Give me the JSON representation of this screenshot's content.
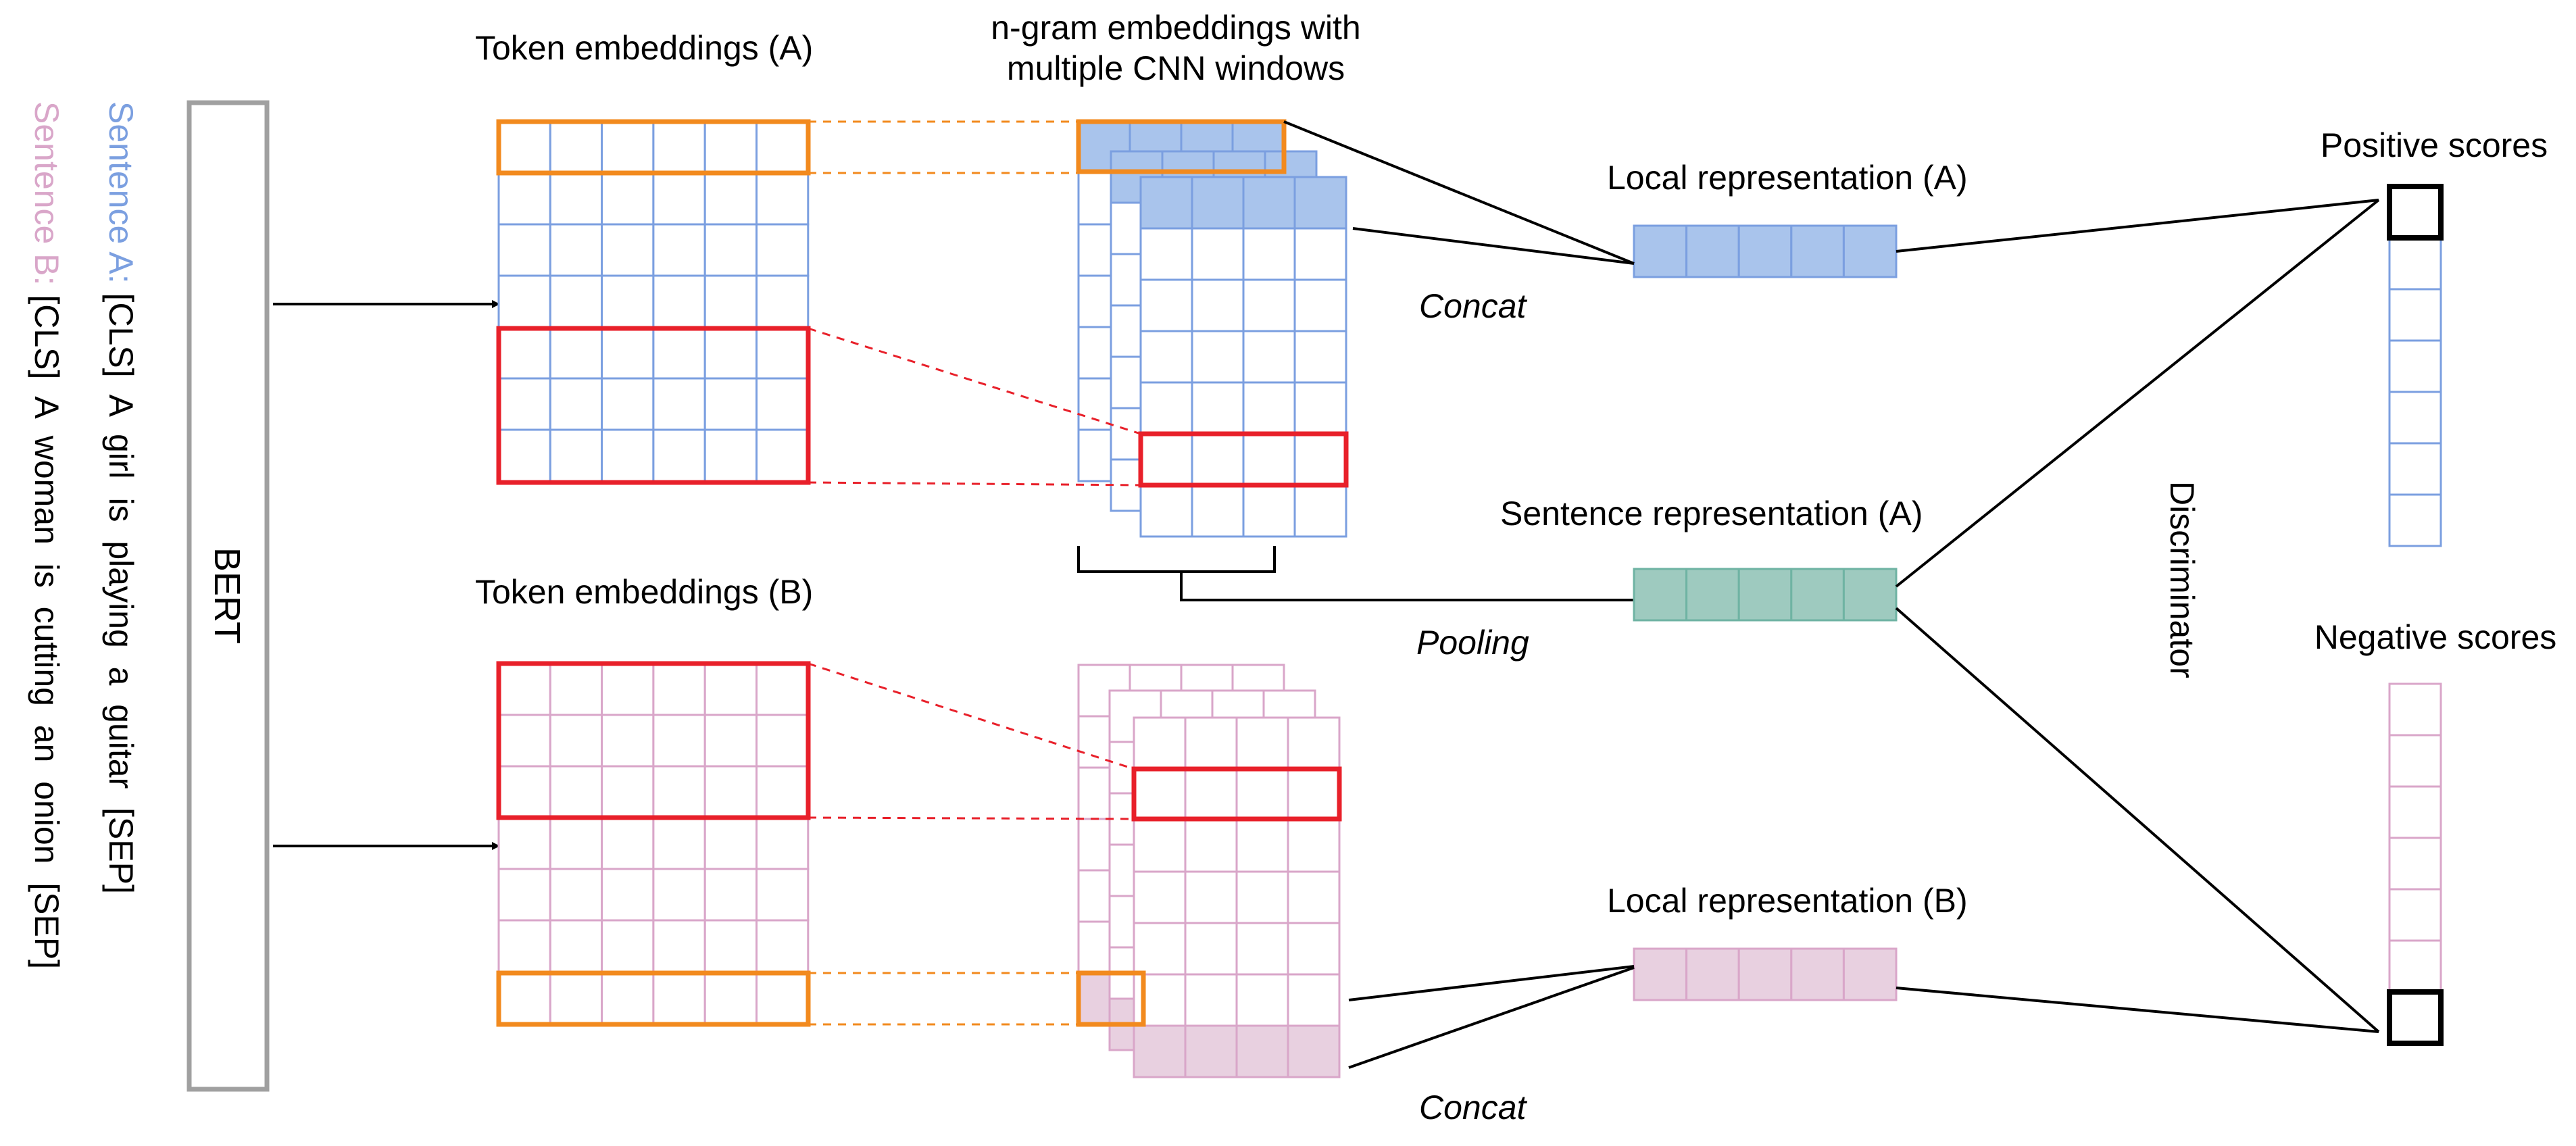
{
  "sentences": {
    "a": {
      "prefix": "Sentence A: ",
      "text": "[CLS]  A  girl  is  playing  a  guitar  [SEP]",
      "prefix_color": "#7b9fe0"
    },
    "b": {
      "prefix": "Sentence B: ",
      "text": "[CLS]  A  woman  is  cutting  an  onion  [SEP]",
      "prefix_color": "#d9a6c9"
    }
  },
  "labels": {
    "bert": "BERT",
    "token_embeddings_a": "Token embeddings (A)",
    "token_embeddings_b": "Token embeddings (B)",
    "ngram_line1": "n-gram embeddings with",
    "ngram_line2": "multiple CNN windows",
    "local_rep_a": "Local representation (A)",
    "local_rep_b": "Local representation (B)",
    "sentence_rep_a": "Sentence representation (A)",
    "concat_a": "Concat",
    "concat_b": "Concat",
    "pooling": "Pooling",
    "discriminator": "Discriminator",
    "positive_scores": "Positive scores",
    "negative_scores": "Negative scores"
  },
  "colors": {
    "blue_stroke": "#7b9fe0",
    "blue_fill": "#a9c4ec",
    "pink_stroke": "#d9a6c9",
    "pink_fill": "#e8d0e0",
    "green_stroke": "#6fb3a3",
    "green_fill": "#9ecabf",
    "orange": "#f28a1e",
    "red": "#e8202a",
    "gray": "#a0a0a0"
  }
}
